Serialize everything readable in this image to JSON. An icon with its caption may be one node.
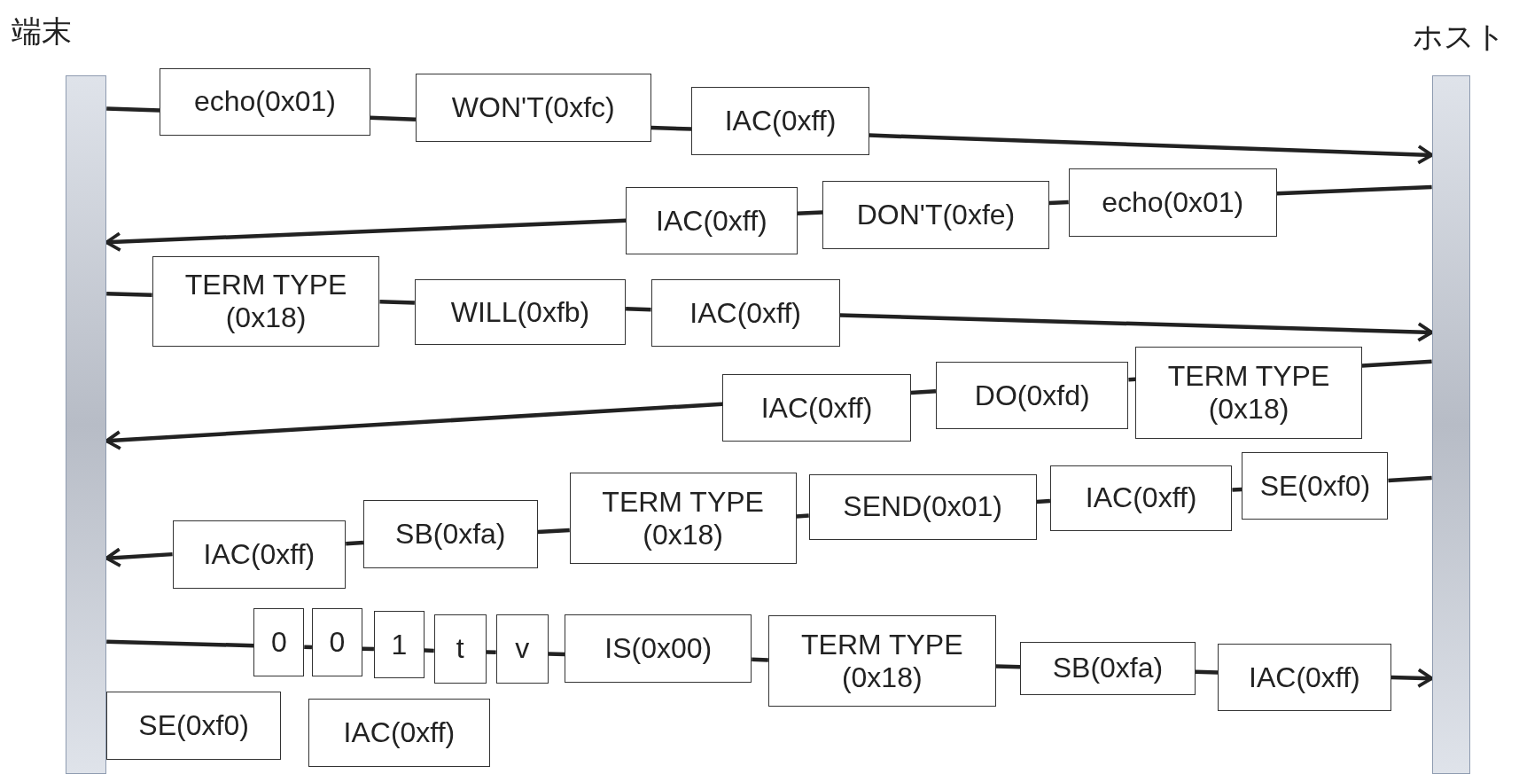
{
  "diagram": {
    "nodes": [
      {
        "text": [
          "端末"
        ]
      },
      {
        "text": [
          "ホスト"
        ]
      },
      {
        "text": [
          "echo(0x01)"
        ]
      },
      {
        "text": [
          "WON'T(0xfc)"
        ]
      },
      {
        "text": [
          "IAC(0xff)"
        ]
      },
      {
        "text": [
          "IAC(0xff)"
        ]
      },
      {
        "text": [
          "DON'T(0xfe)"
        ]
      },
      {
        "text": [
          "echo(0x01)"
        ]
      },
      {
        "text": [
          "TERM TYPE (0x18)"
        ]
      },
      {
        "text": [
          "WILL(0xfb)"
        ]
      },
      {
        "text": [
          "IAC(0xff)"
        ]
      },
      {
        "text": [
          "IAC(0xff)"
        ]
      },
      {
        "text": [
          "DO(0xfd)"
        ]
      },
      {
        "text": [
          "TERM TYPE (0x18)"
        ]
      },
      {
        "text": [
          "IAC(0xff)"
        ]
      },
      {
        "text": [
          "SB(0xfa)"
        ]
      },
      {
        "text": [
          "TERM TYPE (0x18)"
        ]
      },
      {
        "text": [
          "SEND(0x01)"
        ]
      },
      {
        "text": [
          "IAC(0xff)"
        ]
      },
      {
        "text": [
          "SE(0xf0)"
        ]
      },
      {
        "text": [
          "0"
        ]
      },
      {
        "text": [
          "0"
        ]
      },
      {
        "text": [
          "1"
        ]
      },
      {
        "text": [
          "t"
        ]
      },
      {
        "text": [
          "v"
        ]
      },
      {
        "text": [
          "IS(0x00)"
        ]
      },
      {
        "text": [
          "TERM TYPE (0x18)"
        ]
      },
      {
        "text": [
          "SB(0xfa)"
        ]
      },
      {
        "text": [
          "IAC(0xff)"
        ]
      },
      {
        "text": [
          "SE(0xf0)"
        ]
      },
      {
        "text": [
          "IAC(0xff)"
        ]
      }
    ],
    "edges": [
      {
        "from": 0,
        "to": 2,
        "arrow": "none"
      },
      {
        "from": 2,
        "to": 3,
        "arrow": "none"
      },
      {
        "from": 3,
        "to": 4,
        "arrow": "none"
      },
      {
        "from": 4,
        "to": 1,
        "arrow": "to"
      },
      {
        "from": 1,
        "to": 7,
        "arrow": "none"
      },
      {
        "from": 7,
        "to": 6,
        "arrow": "none"
      },
      {
        "from": 6,
        "to": 5,
        "arrow": "none"
      },
      {
        "from": 5,
        "to": 0,
        "arrow": "to"
      },
      {
        "from": 0,
        "to": 8,
        "arrow": "none"
      },
      {
        "from": 8,
        "to": 9,
        "arrow": "none"
      },
      {
        "from": 9,
        "to": 10,
        "arrow": "none"
      },
      {
        "from": 10,
        "to": 1,
        "arrow": "to"
      },
      {
        "from": 1,
        "to": 13,
        "arrow": "none"
      },
      {
        "from": 13,
        "to": 12,
        "arrow": "none"
      },
      {
        "from": 12,
        "to": 11,
        "arrow": "none"
      },
      {
        "from": 11,
        "to": 0,
        "arrow": "to"
      },
      {
        "from": 1,
        "to": 19,
        "arrow": "none"
      },
      {
        "from": 19,
        "to": 18,
        "arrow": "none"
      },
      {
        "from": 18,
        "to": 17,
        "arrow": "none"
      },
      {
        "from": 17,
        "to": 16,
        "arrow": "none"
      },
      {
        "from": 16,
        "to": 15,
        "arrow": "none"
      },
      {
        "from": 15,
        "to": 14,
        "arrow": "none"
      },
      {
        "from": 14,
        "to": 0,
        "arrow": "to"
      },
      {
        "from": 0,
        "to": 20,
        "arrow": "none"
      },
      {
        "from": 20,
        "to": 21,
        "arrow": "none"
      },
      {
        "from": 21,
        "to": 22,
        "arrow": "none"
      },
      {
        "from": 22,
        "to": 23,
        "arrow": "none"
      },
      {
        "from": 23,
        "to": 24,
        "arrow": "none"
      },
      {
        "from": 24,
        "to": 25,
        "arrow": "none"
      },
      {
        "from": 25,
        "to": 26,
        "arrow": "none"
      },
      {
        "from": 26,
        "to": 27,
        "arrow": "none"
      },
      {
        "from": 27,
        "to": 28,
        "arrow": "none"
      },
      {
        "from": 28,
        "to": 1,
        "arrow": "to"
      }
    ]
  }
}
